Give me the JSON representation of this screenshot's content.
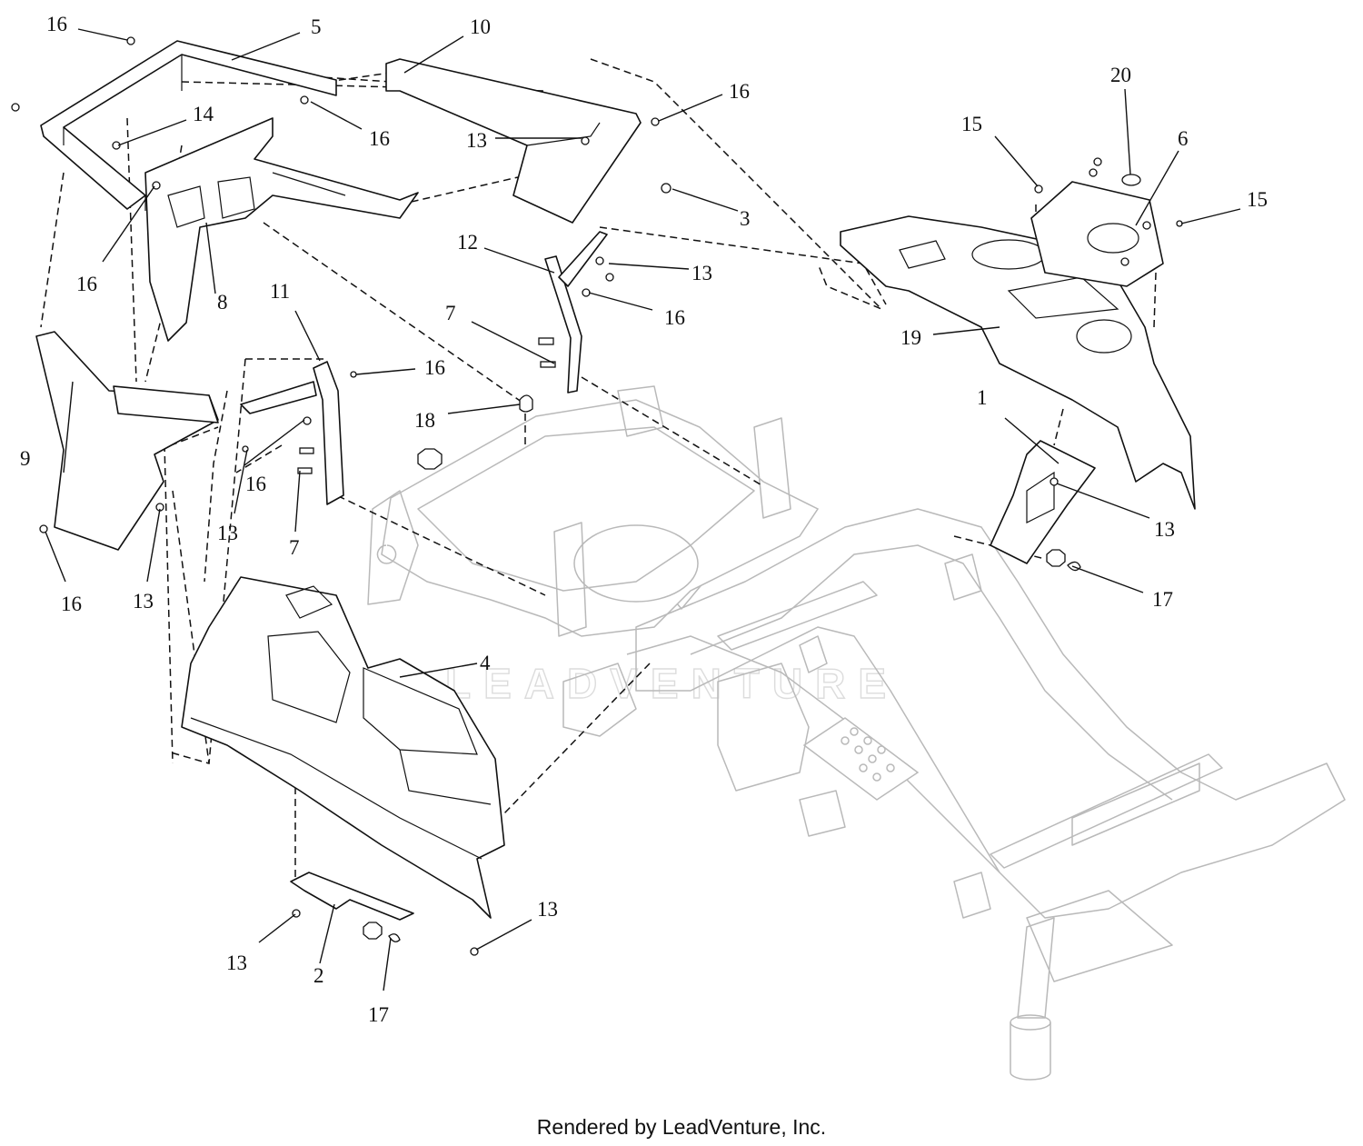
{
  "watermark": "LEADVENTURE",
  "footer": "Rendered by LeadVenture, Inc.",
  "callouts": [
    {
      "id": "c16a",
      "label": "16"
    },
    {
      "id": "c5",
      "label": "5"
    },
    {
      "id": "c10",
      "label": "10"
    },
    {
      "id": "c16b",
      "label": "16"
    },
    {
      "id": "c20",
      "label": "20"
    },
    {
      "id": "c14",
      "label": "14"
    },
    {
      "id": "c16c",
      "label": "16"
    },
    {
      "id": "c15a",
      "label": "15"
    },
    {
      "id": "c6",
      "label": "6"
    },
    {
      "id": "c13a",
      "label": "13"
    },
    {
      "id": "c15b",
      "label": "15"
    },
    {
      "id": "c3",
      "label": "3"
    },
    {
      "id": "c16d",
      "label": "16"
    },
    {
      "id": "c12",
      "label": "12"
    },
    {
      "id": "c13b",
      "label": "13"
    },
    {
      "id": "c8",
      "label": "8"
    },
    {
      "id": "c11",
      "label": "11"
    },
    {
      "id": "c16e",
      "label": "16"
    },
    {
      "id": "c7a",
      "label": "7"
    },
    {
      "id": "c19",
      "label": "19"
    },
    {
      "id": "c16f",
      "label": "16"
    },
    {
      "id": "c18",
      "label": "18"
    },
    {
      "id": "c1",
      "label": "1"
    },
    {
      "id": "c9",
      "label": "9"
    },
    {
      "id": "c16g",
      "label": "16"
    },
    {
      "id": "c13c",
      "label": "13"
    },
    {
      "id": "c13d",
      "label": "13"
    },
    {
      "id": "c7b",
      "label": "7"
    },
    {
      "id": "c16h",
      "label": "16"
    },
    {
      "id": "c13e",
      "label": "13"
    },
    {
      "id": "c17a",
      "label": "17"
    },
    {
      "id": "c4",
      "label": "4"
    },
    {
      "id": "c13f",
      "label": "13"
    },
    {
      "id": "c13g",
      "label": "13"
    },
    {
      "id": "c2",
      "label": "2"
    },
    {
      "id": "c17b",
      "label": "17"
    }
  ]
}
